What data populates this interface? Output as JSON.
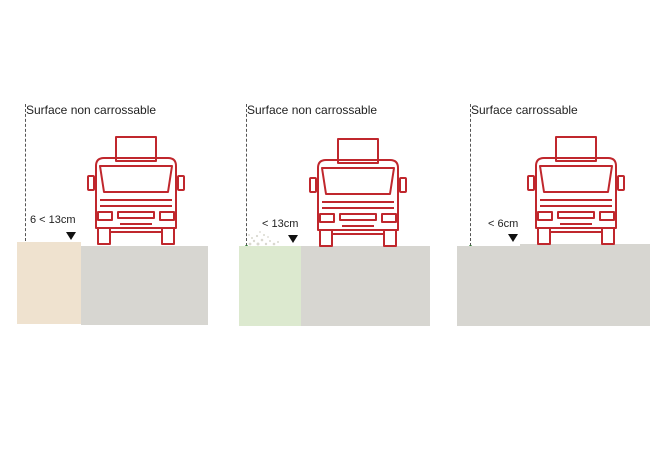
{
  "colors": {
    "truck": "#c0272d",
    "road": "#d7d6d1",
    "sand_surface": "#efe2cf",
    "grass_surface": "#dce9cf",
    "marker": "#111111"
  },
  "panels": [
    {
      "label": "Surface non carrossable",
      "curb_label": "6 < 13cm",
      "side_surface": "sand"
    },
    {
      "label": "Surface non carrossable",
      "curb_label": "< 13cm",
      "side_surface": "grass"
    },
    {
      "label": "Surface carrossable",
      "curb_label": "< 6cm",
      "side_surface": "road"
    }
  ]
}
